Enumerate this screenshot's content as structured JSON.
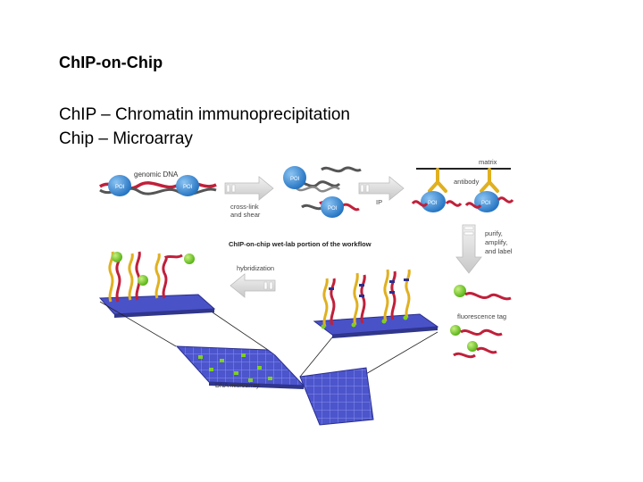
{
  "slide": {
    "title": "ChIP-on-Chip",
    "lines": [
      "ChIP – Chromatin immunoprecipitation",
      "Chip – Microarray"
    ]
  },
  "diagram": {
    "labels": {
      "genomic_dna": "genomic DNA",
      "poi": "POI",
      "cross_link": "cross-link",
      "and_shear": "and shear",
      "ip": "IP",
      "matrix": "matrix",
      "antibody": "antibody",
      "workflow_title": "ChIP-on-chip wet-lab portion of the workflow",
      "purify": "purify,",
      "amplify": "amplify,",
      "and_label": "and label",
      "hybridization": "hybridization",
      "fluorescence_tag": "fluorescence tag",
      "dna_microarray": "DNA microarray"
    },
    "colors": {
      "protein": "#3a8ad6",
      "dna_red": "#c0203a",
      "dna_gray": "#555555",
      "antibody": "#e0b020",
      "tag": "#80d020",
      "array": "#4a52c8",
      "arrow": "#d8d8d8"
    }
  }
}
